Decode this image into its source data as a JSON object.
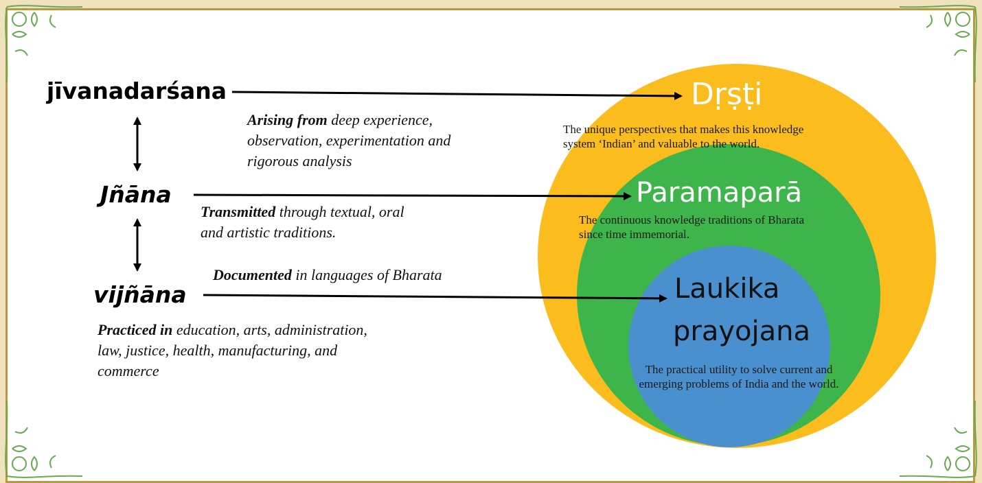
{
  "terms": {
    "jivanadarshana": "jīvanadarśana",
    "jnana": "Jñāna",
    "vijnana": "vijñāna"
  },
  "descriptions": {
    "arising": {
      "bold": "Arising from",
      "line1": " deep experience,",
      "line2": "observation, experimentation and",
      "line3": "rigorous analysis"
    },
    "transmitted": {
      "bold": "Transmitted",
      "line1": " through textual, oral",
      "line2": "and artistic traditions."
    },
    "documented": {
      "bold": "Documented",
      "line1": " in languages of Bharata"
    },
    "practiced": {
      "bold": "Practiced in",
      "line1": " education, arts, administration,",
      "line2": "law, justice, health, manufacturing, and",
      "line3": "commerce"
    }
  },
  "circles": {
    "outer": {
      "title": "Dṛṣṭi",
      "text_line1": "The unique perspectives that makes this knowledge",
      "text_line2": "system ‘Indian’ and valuable to the world.",
      "color": "#fbbd1e"
    },
    "middle": {
      "title": "Paramaparā",
      "text_line1": "The continuous knowledge traditions of Bharata",
      "text_line2": "since time immemorial.",
      "color": "#3db54a"
    },
    "inner": {
      "title_line1": "Laukika",
      "title_line2": "prayojana",
      "text_line1": "The practical utility to solve current and",
      "text_line2": "emerging problems of India and the world.",
      "color": "#4a90cf"
    }
  }
}
